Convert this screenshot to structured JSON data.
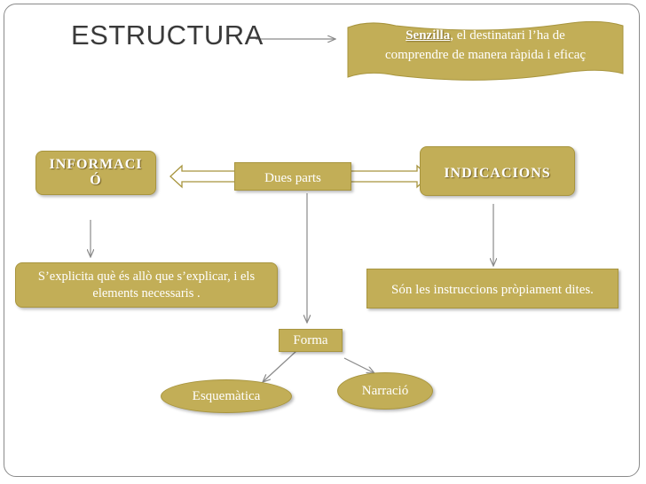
{
  "title": "ESTRUCTURA",
  "note": {
    "keyword": "Senzilla",
    "line1_rest": ", el destinatari l’ha de",
    "line2": "comprendre de manera  ràpida i eficaç"
  },
  "nodes": {
    "dues_parts": "Dues parts",
    "informacio": "INFORMACIÓ",
    "indicacions": "INDICACIONS",
    "informacio_desc": "S’explicita què és allò que s’explicar, i els elements necessaris .",
    "indicacions_desc": "Són les instruccions pròpiament dites.",
    "forma": "Forma",
    "esquematica": "Esquemàtica",
    "narracio": "Narració"
  },
  "colors": {
    "box_fill": "#c2ae57",
    "box_border": "#a8953e",
    "line": "#8a8a8a",
    "title_text": "#3a3a3a"
  }
}
